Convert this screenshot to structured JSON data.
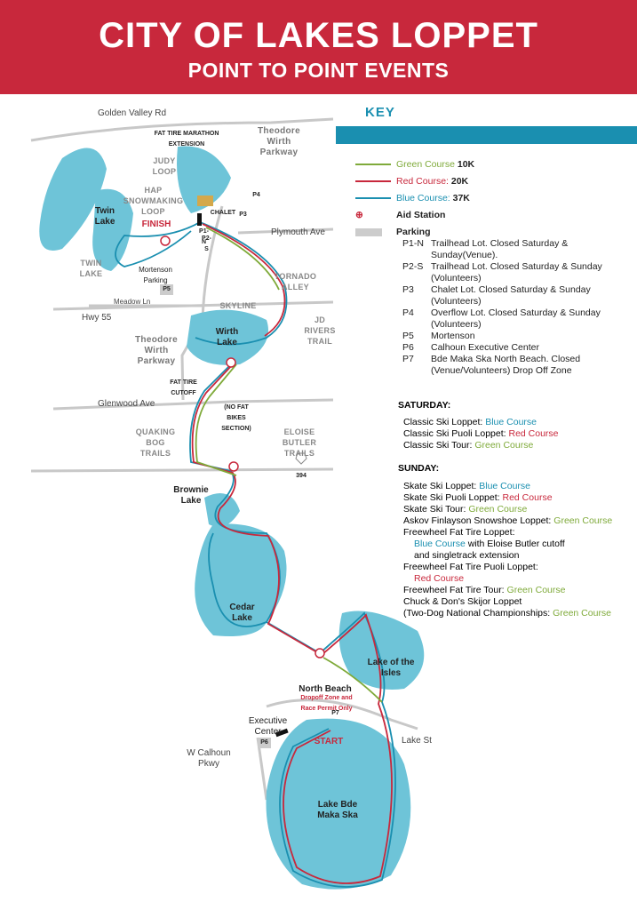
{
  "header": {
    "title": "CITY OF LAKES LOPPET",
    "subtitle": "POINT TO POINT EVENTS"
  },
  "key": {
    "title": "KEY",
    "courses": [
      {
        "name": "Green Course",
        "dist": "10K",
        "color": "#7faa3a"
      },
      {
        "name": "Red Course:",
        "dist": "20K",
        "color": "#c8283c"
      },
      {
        "name": "Blue Course:",
        "dist": "37K",
        "color": "#1a8fb0"
      }
    ],
    "aid": "Aid Station",
    "parking_title": "Parking",
    "parking": [
      {
        "code": "P1-N",
        "text": "Trailhead Lot. Closed Saturday & Sunday(Venue)."
      },
      {
        "code": "P2-S",
        "text": "Trailhead Lot. Closed Saturday & Sunday (Volunteers)"
      },
      {
        "code": "P3",
        "text": "Chalet Lot. Closed Saturday & Sunday (Volunteers)"
      },
      {
        "code": "P4",
        "text": "Overflow Lot. Closed Saturday & Sunday (Volunteers)"
      },
      {
        "code": "P5",
        "text": "Mortenson"
      },
      {
        "code": "P6",
        "text": "Calhoun Executive Center"
      },
      {
        "code": "P7",
        "text": "Bde Maka Ska North Beach. Closed (Venue/Volunteers) Drop Off Zone"
      }
    ]
  },
  "saturday": {
    "title": "SATURDAY:",
    "events": [
      {
        "text": "Classic Ski Loppet: ",
        "course": "Blue Course"
      },
      {
        "text": "Classic Ski Puoli Loppet: ",
        "course": "Red Course"
      },
      {
        "text": "Classic Ski Tour: ",
        "course": "Green Course"
      }
    ]
  },
  "sunday": {
    "title": "SUNDAY:",
    "events": [
      "Skate Ski Loppet: ",
      "Blue Course",
      "Skate Ski Puoli Loppet: ",
      "Red Course",
      "Skate Ski Tour: ",
      "Green Course",
      "Askov Finlayson Snowshoe Loppet: ",
      "Green Course",
      "Freewheel Fat Tire Loppet:",
      "Blue Course",
      " with Eloise Butler cutoff",
      "and singletrack extension",
      "Freewheel Fat Tire Puoli Loppet:",
      "Red Course",
      "Freewheel Fat Tire Tour: ",
      "Green Course",
      "Chuck & Don's Skijor Loppet",
      "(Two-Dog National Championships: ",
      "Green Course"
    ]
  },
  "map": {
    "roads": [
      "Golden Valley Rd",
      "Plymouth Ave",
      "Meadow Ln",
      "Hwy 55",
      "Glenwood Ave",
      "Lake St",
      "W Calhoun Pkwy"
    ],
    "places": [
      "Theodore Wirth Parkway",
      "Theodore Wirth Parkway",
      "JUDY LOOP",
      "HAP SNOWMAKING LOOP",
      "TWIN LAKE",
      "Twin Lake",
      "Mortenson Parking",
      "TORNADO ALLEY",
      "SKYLINE",
      "JD RIVERS TRAIL",
      "Wirth Lake",
      "FAT TIRE CUTOFF",
      "(NO FAT BIKES SECTION)",
      "QUAKING BOG TRAILS",
      "ELOISE BUTLER TRAILS",
      "Brownie Lake",
      "Cedar Lake",
      "Lake of the Isles",
      "North Beach",
      "Dropoff Zone and Race Permit Only",
      "Executive Center",
      "Lake Bde Maka Ska",
      "FAT TIRE MARATHON EXTENSION",
      "CHALET"
    ],
    "finish": "FINISH",
    "start": "START",
    "parking_tags": [
      "P1-N",
      "P2-S",
      "P3",
      "P4",
      "P5",
      "P6",
      "P7"
    ],
    "hwy": "394",
    "chalet_sign": "Chalet"
  }
}
